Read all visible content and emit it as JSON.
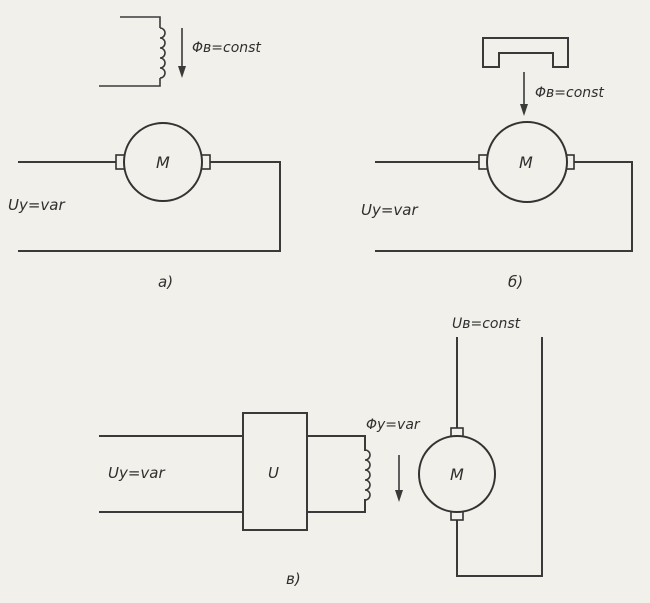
{
  "diagrams": {
    "a": {
      "caption": "a)",
      "field_label": "Φв=const",
      "voltage_label": "Uy=var",
      "motor_label": "M"
    },
    "b": {
      "caption": "б)",
      "field_label": "Φв=const",
      "voltage_label": "Uy=var",
      "motor_label": "M"
    },
    "c": {
      "caption": "в)",
      "field_label": "Φy=var",
      "voltage_label": "Uy=var",
      "supply_label": "Uв=const",
      "converter_label": "U",
      "motor_label": "M"
    }
  },
  "colors": {
    "background": "#f1f0ea",
    "ink": "#3a3a3a"
  }
}
